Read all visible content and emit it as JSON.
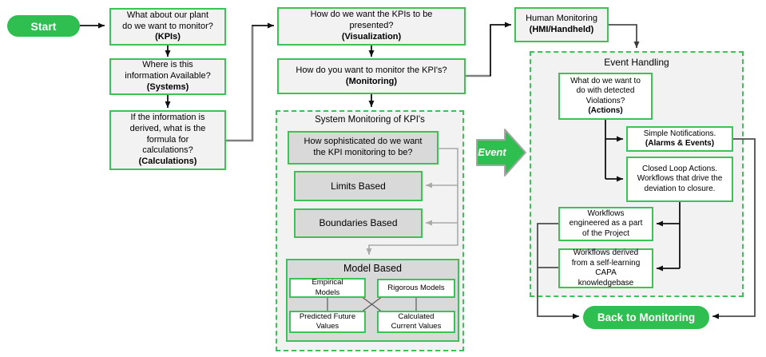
{
  "palette": {
    "green": "#2FBE50",
    "green_border": "#3CC356",
    "box_light_gray": "#F2F2F2",
    "box_mid_gray": "#D9D9D9",
    "line_black": "#111111",
    "line_dark_gray": "#4D4D4D",
    "line_light_gray": "#A9A9A9"
  },
  "nodes": {
    "start": {
      "label": "Start"
    },
    "kpis": {
      "text": "What about our plant\ndo we want to monitor?",
      "bold": "(KPIs)"
    },
    "systems": {
      "text": "Where is this\ninformation Available?",
      "bold": "(Systems)"
    },
    "calculations": {
      "text": "If the information is\nderived, what is the\nformula for\ncalculations?",
      "bold": "(Calculations)"
    },
    "visualization": {
      "text": "How do we want the KPIs to be\npresented?",
      "bold": "(Visualization)"
    },
    "monitoring": {
      "text": "How do you want to monitor the KPI's?",
      "bold": "(Monitoring)"
    },
    "system_monitoring": {
      "title": "System Monitoring of KPI's"
    },
    "sophisticated": {
      "text": "How sophisticated do we want\nthe KPI monitoring to be?"
    },
    "limits": {
      "text": "Limits Based"
    },
    "boundaries": {
      "text": "Boundaries Based"
    },
    "model_based": {
      "title": "Model Based"
    },
    "empirical": {
      "text": "Empirical\nModels"
    },
    "rigorous": {
      "text": "Rigorous Models"
    },
    "predicted": {
      "text": "Predicted Future\nValues"
    },
    "calculated": {
      "text": "Calculated\nCurrent Values"
    },
    "human_monitoring": {
      "text": "Human Monitoring",
      "bold": "(HMI/Handheld)"
    },
    "event_handling": {
      "title": "Event Handling"
    },
    "actions": {
      "text": "What do we want to\ndo with detected\nViolations?",
      "bold": "(Actions)"
    },
    "simple_notifications": {
      "text": "Simple Notifications.",
      "bold": "(Alarms & Events)"
    },
    "closed_loop": {
      "text": "Closed Loop Actions.\nWorkflows that drive the\ndeviation to closure."
    },
    "wf_engineered": {
      "text": "Workflows\nengineered as a part\nof the Project"
    },
    "wf_derived": {
      "text": "Workflows derived\nfrom a self-learning\nCAPA\nknowledgebase"
    },
    "event_arrow": {
      "label": "Event"
    },
    "back": {
      "label": "Back to Monitoring"
    }
  }
}
